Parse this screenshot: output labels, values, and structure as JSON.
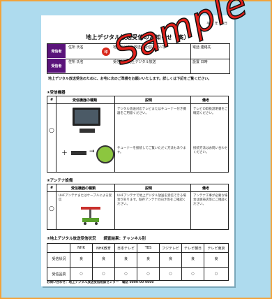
{
  "document": {
    "top_right": "平成 年 月 日",
    "title": "地上デジタル放送受信のお知らせ（案）",
    "info": {
      "row1": {
        "label": "発信者",
        "c1": "住所 氏名",
        "c2": "地上デジタル放送の受信について",
        "c3": "電話 連絡先"
      },
      "row2": {
        "label": "受信者",
        "c1": "住所 氏名",
        "c2": "受信方法 地上デジタル放送",
        "c3": "設置 日時"
      }
    },
    "stamp": "印",
    "intro": "地上デジタル放送受信のために、お宅に次のご準備をお願いいたします。詳しくは下記をご覧ください。",
    "section1": "①受信機器",
    "table1": {
      "headers": [
        "#",
        "受信機器の種類",
        "説明",
        "備考"
      ],
      "mark": "○",
      "rows": [
        {
          "desc": "デジタル放送対応テレビまたはチューナー付き機器をご用意ください。",
          "note": "テレビの取扱説明書をご確認ください。"
        },
        {
          "desc": "チューナーを接続してご覧いただく方法もあります。",
          "note": "接続方法はお問い合わせください。"
        }
      ]
    },
    "section2": "②アンテナ設備",
    "table2": {
      "headers": [
        "#",
        "受信機器の種類",
        "説明",
        "備考"
      ],
      "mark": "○",
      "item": "UHFアンテナまたはケーブルによる受信",
      "desc": "UHFアンテナで地上デジタル放送を受信できる場合があります。既存アンテナの向き等をご確認ください。",
      "note": "アンテナ工事が必要な場合は販売店等にご相談ください。"
    },
    "section3": "③地上デジタル放送受信状況　　調査結果：チャンネル別",
    "grid": {
      "headers": [
        "",
        "NHK",
        "NHK教育",
        "日本テレビ",
        "TBS",
        "フジテレビ",
        "テレビ朝日",
        "テレビ東京"
      ],
      "row1_label": "受信状況",
      "row1": [
        "良",
        "良",
        "良",
        "良",
        "良",
        "良",
        "良"
      ],
      "row2_label": "受信品質",
      "row2": [
        "○",
        "○",
        "○",
        "○",
        "○",
        "○",
        "○"
      ]
    },
    "footer": "お問い合わせ：地上デジタル放送受信相談センター　電話 0000-00-0000"
  },
  "watermark": "Sample"
}
